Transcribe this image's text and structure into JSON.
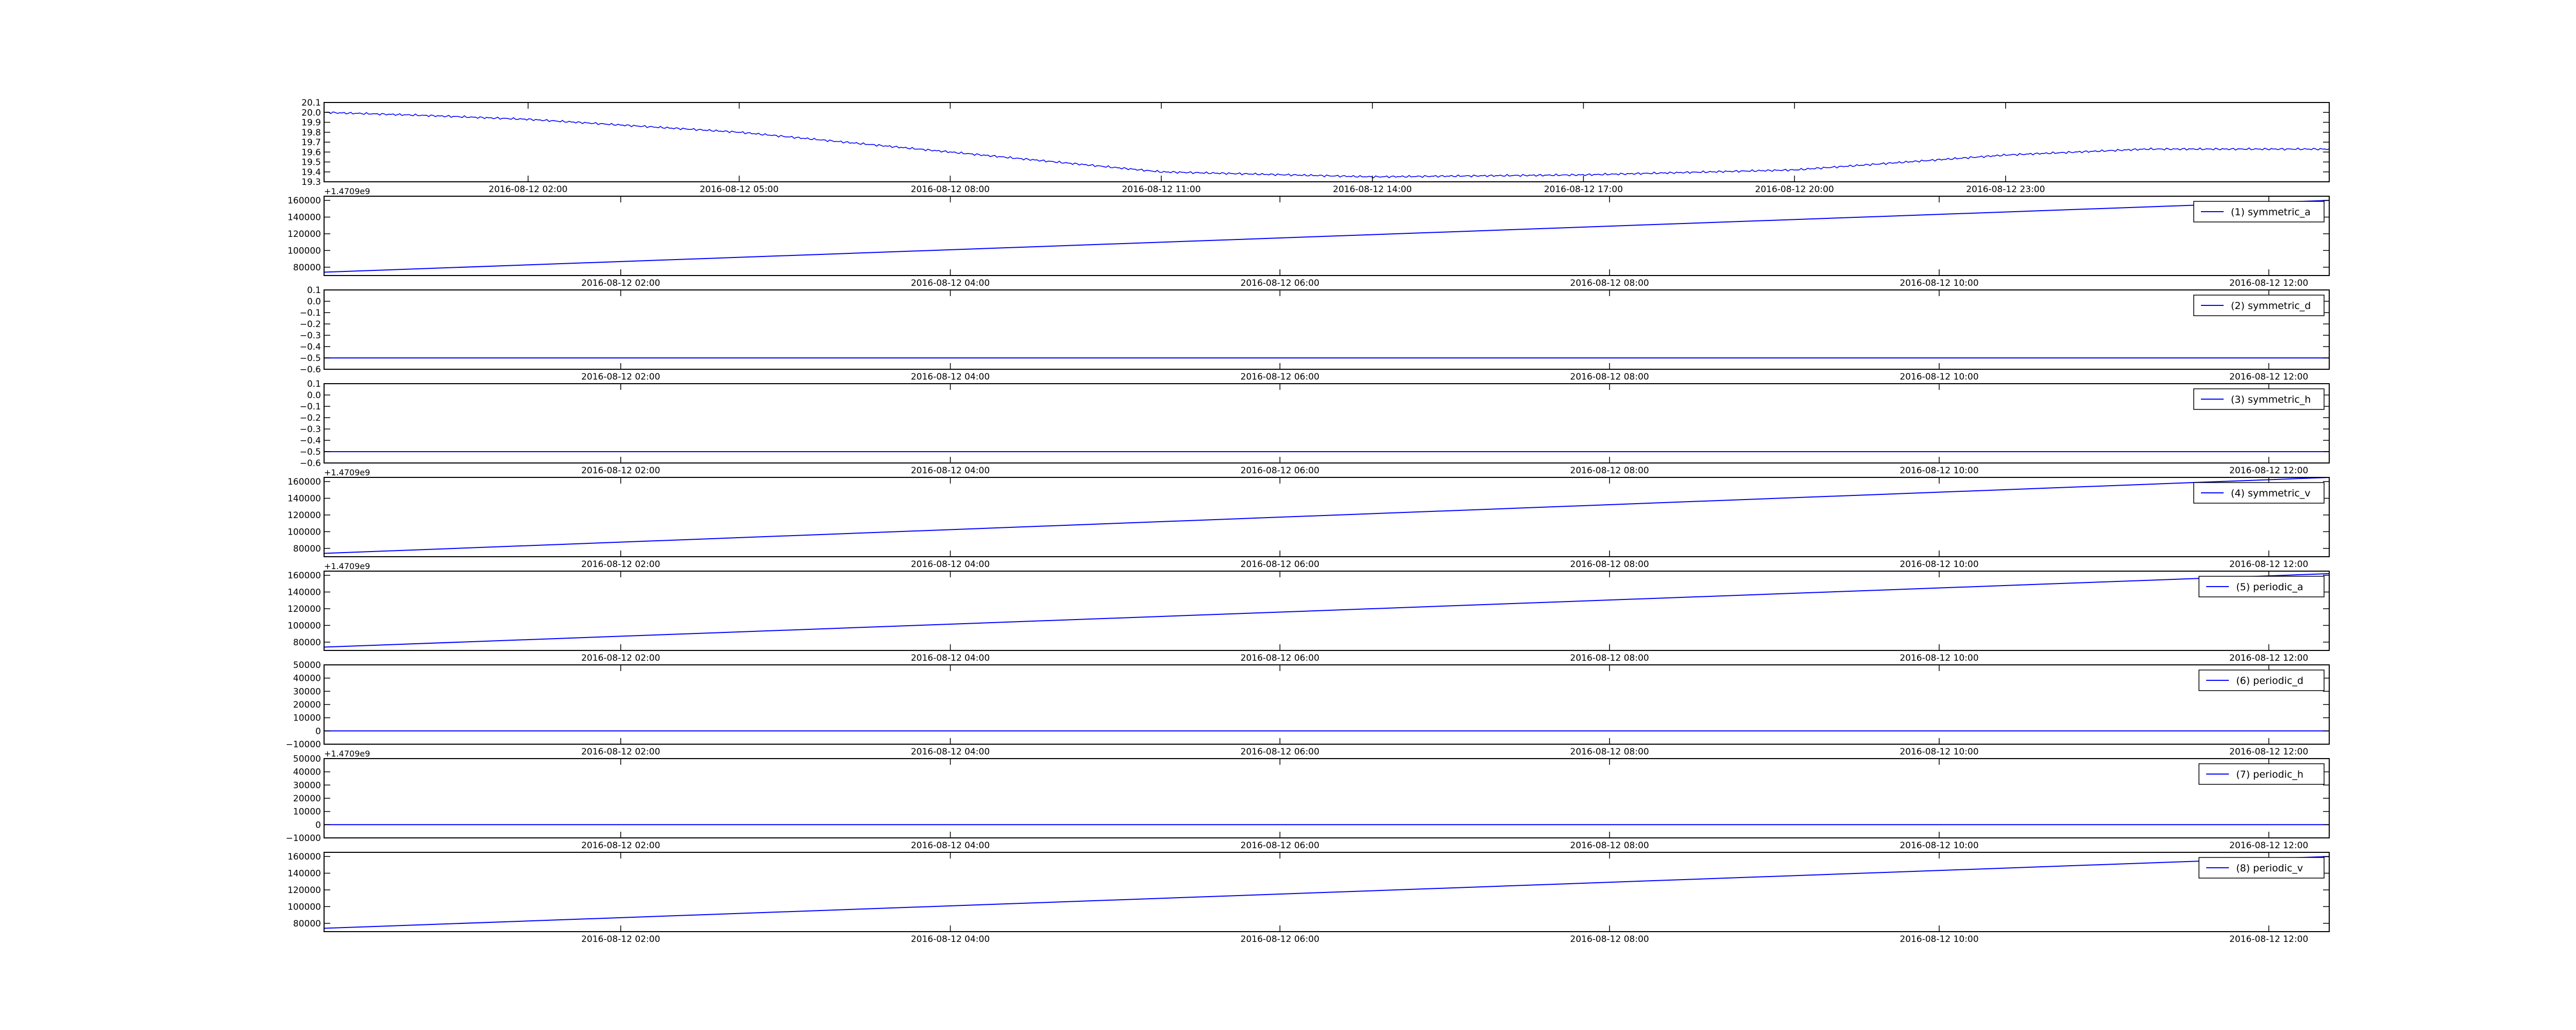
{
  "colors": {
    "line": "#0000ff",
    "axes": "#000000",
    "background": "#ffffff"
  },
  "chart_data": [
    {
      "type": "line",
      "ylim": [
        19.3,
        20.1
      ],
      "yticks": [
        19.3,
        19.4,
        19.5,
        19.6,
        19.7,
        19.8,
        19.9,
        20.0,
        20.1
      ],
      "ytick_labels": [
        "19.3",
        "19.4",
        "19.5",
        "19.6",
        "19.7",
        "19.8",
        "19.9",
        "20.0",
        "20.1"
      ],
      "xlim": [
        "2016-08-11 23:06",
        "2016-08-13 03:36"
      ],
      "xticks": [
        "2016-08-12 02:00",
        "2016-08-12 05:00",
        "2016-08-12 08:00",
        "2016-08-12 11:00",
        "2016-08-12 14:00",
        "2016-08-12 17:00",
        "2016-08-12 20:00",
        "2016-08-12 23:00"
      ],
      "xtick_labels": [
        "2016-08-12 02:00",
        "2016-08-12 05:00",
        "2016-08-12 08:00",
        "2016-08-12 11:00",
        "2016-08-12 14:00",
        "2016-08-12 17:00",
        "2016-08-12 20:00",
        "2016-08-12 23:00"
      ],
      "legend": "",
      "legend_position": "",
      "offset_text": "",
      "noise": true,
      "series": [
        {
          "x": [
            "2016-08-11 23:06",
            "2016-08-12 00:30",
            "2016-08-12 02:00",
            "2016-08-12 05:00",
            "2016-08-12 08:00",
            "2016-08-12 11:00",
            "2016-08-12 14:00",
            "2016-08-12 17:00",
            "2016-08-12 20:00",
            "2016-08-12 21:00",
            "2016-08-12 23:00",
            "2016-08-13 01:00",
            "2016-08-13 03:36"
          ],
          "y": [
            20.0,
            19.97,
            19.93,
            19.8,
            19.6,
            19.4,
            19.35,
            19.37,
            19.42,
            19.47,
            19.57,
            19.63,
            19.63
          ]
        }
      ]
    },
    {
      "type": "line",
      "ylim": [
        70000,
        165000
      ],
      "yticks": [
        80000,
        100000,
        120000,
        140000,
        160000
      ],
      "ytick_labels": [
        "80000",
        "100000",
        "120000",
        "140000",
        "160000"
      ],
      "xlim": [
        "2016-08-12 00:12",
        "2016-08-12 12:22"
      ],
      "xticks": [
        "2016-08-12 02:00",
        "2016-08-12 04:00",
        "2016-08-12 06:00",
        "2016-08-12 08:00",
        "2016-08-12 10:00",
        "2016-08-12 12:00"
      ],
      "xtick_labels": [
        "2016-08-12 02:00",
        "2016-08-12 04:00",
        "2016-08-12 06:00",
        "2016-08-12 08:00",
        "2016-08-12 10:00",
        "2016-08-12 12:00"
      ],
      "legend": "(1) symmetric_a",
      "legend_position": "top-right",
      "offset_text": "+1.4709e9",
      "noise": false,
      "series": [
        {
          "x": [
            "2016-08-12 00:12",
            "2016-08-12 12:22"
          ],
          "y": [
            74000,
            160000
          ]
        }
      ]
    },
    {
      "type": "line",
      "ylim": [
        -0.6,
        0.1
      ],
      "yticks": [
        -0.6,
        -0.5,
        -0.4,
        -0.3,
        -0.2,
        -0.1,
        0.0,
        0.1
      ],
      "ytick_labels": [
        "−0.6",
        "−0.5",
        "−0.4",
        "−0.3",
        "−0.2",
        "−0.1",
        "0.0",
        "0.1"
      ],
      "xlim": [
        "2016-08-12 00:12",
        "2016-08-12 12:22"
      ],
      "xticks": [
        "2016-08-12 02:00",
        "2016-08-12 04:00",
        "2016-08-12 06:00",
        "2016-08-12 08:00",
        "2016-08-12 10:00",
        "2016-08-12 12:00"
      ],
      "xtick_labels": [
        "2016-08-12 02:00",
        "2016-08-12 04:00",
        "2016-08-12 06:00",
        "2016-08-12 08:00",
        "2016-08-12 10:00",
        "2016-08-12 12:00"
      ],
      "legend": "(2) symmetric_d",
      "legend_position": "top-right",
      "offset_text": "",
      "noise": false,
      "series": [
        {
          "x": [
            "2016-08-12 00:12",
            "2016-08-12 12:22"
          ],
          "y": [
            -0.5,
            -0.5
          ]
        }
      ]
    },
    {
      "type": "line",
      "ylim": [
        -0.6,
        0.1
      ],
      "yticks": [
        -0.6,
        -0.5,
        -0.4,
        -0.3,
        -0.2,
        -0.1,
        0.0,
        0.1
      ],
      "ytick_labels": [
        "−0.6",
        "−0.5",
        "−0.4",
        "−0.3",
        "−0.2",
        "−0.1",
        "0.0",
        "0.1"
      ],
      "xlim": [
        "2016-08-12 00:12",
        "2016-08-12 12:22"
      ],
      "xticks": [
        "2016-08-12 02:00",
        "2016-08-12 04:00",
        "2016-08-12 06:00",
        "2016-08-12 08:00",
        "2016-08-12 10:00",
        "2016-08-12 12:00"
      ],
      "xtick_labels": [
        "2016-08-12 02:00",
        "2016-08-12 04:00",
        "2016-08-12 06:00",
        "2016-08-12 08:00",
        "2016-08-12 10:00",
        "2016-08-12 12:00"
      ],
      "legend": "(3) symmetric_h",
      "legend_position": "top-right",
      "offset_text": "",
      "noise": false,
      "series": [
        {
          "x": [
            "2016-08-12 00:12",
            "2016-08-12 12:22"
          ],
          "y": [
            -0.5,
            -0.5
          ]
        }
      ]
    },
    {
      "type": "line",
      "ylim": [
        70000,
        165000
      ],
      "yticks": [
        80000,
        100000,
        120000,
        140000,
        160000
      ],
      "ytick_labels": [
        "80000",
        "100000",
        "120000",
        "140000",
        "160000"
      ],
      "xlim": [
        "2016-08-12 00:12",
        "2016-08-12 12:22"
      ],
      "xticks": [
        "2016-08-12 02:00",
        "2016-08-12 04:00",
        "2016-08-12 06:00",
        "2016-08-12 08:00",
        "2016-08-12 10:00",
        "2016-08-12 12:00"
      ],
      "xtick_labels": [
        "2016-08-12 02:00",
        "2016-08-12 04:00",
        "2016-08-12 06:00",
        "2016-08-12 08:00",
        "2016-08-12 10:00",
        "2016-08-12 12:00"
      ],
      "legend": "(4) symmetric_v",
      "legend_position": "top-right",
      "offset_text": "+1.4709e9",
      "noise": false,
      "series": [
        {
          "x": [
            "2016-08-12 00:12",
            "2016-08-12 12:22"
          ],
          "y": [
            74000,
            165000
          ]
        }
      ]
    },
    {
      "type": "line",
      "ylim": [
        70000,
        165000
      ],
      "yticks": [
        80000,
        100000,
        120000,
        140000,
        160000
      ],
      "ytick_labels": [
        "80000",
        "100000",
        "120000",
        "140000",
        "160000"
      ],
      "xlim": [
        "2016-08-12 00:12",
        "2016-08-12 12:22"
      ],
      "xticks": [
        "2016-08-12 02:00",
        "2016-08-12 04:00",
        "2016-08-12 06:00",
        "2016-08-12 08:00",
        "2016-08-12 10:00",
        "2016-08-12 12:00"
      ],
      "xtick_labels": [
        "2016-08-12 02:00",
        "2016-08-12 04:00",
        "2016-08-12 06:00",
        "2016-08-12 08:00",
        "2016-08-12 10:00",
        "2016-08-12 12:00"
      ],
      "legend": "(5) periodic_a",
      "legend_position": "top-right",
      "offset_text": "+1.4709e9",
      "noise": false,
      "series": [
        {
          "x": [
            "2016-08-12 00:12",
            "2016-08-12 12:22"
          ],
          "y": [
            74000,
            162000
          ]
        }
      ]
    },
    {
      "type": "line",
      "ylim": [
        -10000,
        50000
      ],
      "yticks": [
        -10000,
        0,
        10000,
        20000,
        30000,
        40000,
        50000
      ],
      "ytick_labels": [
        "−10000",
        "0",
        "10000",
        "20000",
        "30000",
        "40000",
        "50000"
      ],
      "xlim": [
        "2016-08-12 00:12",
        "2016-08-12 12:22"
      ],
      "xticks": [
        "2016-08-12 02:00",
        "2016-08-12 04:00",
        "2016-08-12 06:00",
        "2016-08-12 08:00",
        "2016-08-12 10:00",
        "2016-08-12 12:00"
      ],
      "xtick_labels": [
        "2016-08-12 02:00",
        "2016-08-12 04:00",
        "2016-08-12 06:00",
        "2016-08-12 08:00",
        "2016-08-12 10:00",
        "2016-08-12 12:00"
      ],
      "legend": "(6) periodic_d",
      "legend_position": "top-right",
      "offset_text": "",
      "noise": false,
      "series": [
        {
          "x": [
            "2016-08-12 00:12",
            "2016-08-12 12:22"
          ],
          "y": [
            0,
            0
          ]
        }
      ]
    },
    {
      "type": "line",
      "ylim": [
        -10000,
        50000
      ],
      "yticks": [
        -10000,
        0,
        10000,
        20000,
        30000,
        40000,
        50000
      ],
      "ytick_labels": [
        "−10000",
        "0",
        "10000",
        "20000",
        "30000",
        "40000",
        "50000"
      ],
      "xlim": [
        "2016-08-12 00:12",
        "2016-08-12 12:22"
      ],
      "xticks": [
        "2016-08-12 02:00",
        "2016-08-12 04:00",
        "2016-08-12 06:00",
        "2016-08-12 08:00",
        "2016-08-12 10:00",
        "2016-08-12 12:00"
      ],
      "xtick_labels": [
        "2016-08-12 02:00",
        "2016-08-12 04:00",
        "2016-08-12 06:00",
        "2016-08-12 08:00",
        "2016-08-12 10:00",
        "2016-08-12 12:00"
      ],
      "legend": "(7) periodic_h",
      "legend_position": "top-right",
      "offset_text": "+1.4709e9",
      "noise": false,
      "series": [
        {
          "x": [
            "2016-08-12 00:12",
            "2016-08-12 12:22"
          ],
          "y": [
            0,
            0
          ]
        }
      ]
    },
    {
      "type": "line",
      "ylim": [
        70000,
        165000
      ],
      "yticks": [
        80000,
        100000,
        120000,
        140000,
        160000
      ],
      "ytick_labels": [
        "80000",
        "100000",
        "120000",
        "140000",
        "160000"
      ],
      "xlim": [
        "2016-08-12 00:12",
        "2016-08-12 12:22"
      ],
      "xticks": [
        "2016-08-12 02:00",
        "2016-08-12 04:00",
        "2016-08-12 06:00",
        "2016-08-12 08:00",
        "2016-08-12 10:00",
        "2016-08-12 12:00"
      ],
      "xtick_labels": [
        "2016-08-12 02:00",
        "2016-08-12 04:00",
        "2016-08-12 06:00",
        "2016-08-12 08:00",
        "2016-08-12 10:00",
        "2016-08-12 12:00"
      ],
      "legend": "(8) periodic_v",
      "legend_position": "top-right",
      "offset_text": "",
      "noise": false,
      "series": [
        {
          "x": [
            "2016-08-12 00:12",
            "2016-08-12 12:22"
          ],
          "y": [
            74000,
            160000
          ]
        }
      ]
    }
  ]
}
